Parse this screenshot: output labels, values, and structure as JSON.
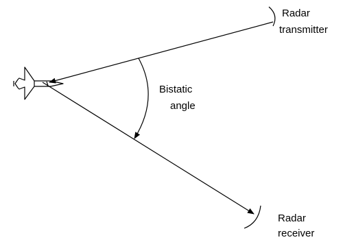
{
  "labels": {
    "transmitter_line1": "Radar",
    "transmitter_line2": "transmitter",
    "angle_line1": "Bistatic",
    "angle_line2": "angle",
    "receiver_line1": "Radar",
    "receiver_line2": "receiver"
  },
  "colors": {
    "stroke": "#000000",
    "background": "#ffffff"
  },
  "icons": {
    "aircraft": "aircraft-icon",
    "transmitter": "transmitter-dish-icon",
    "receiver": "receiver-dish-icon"
  }
}
